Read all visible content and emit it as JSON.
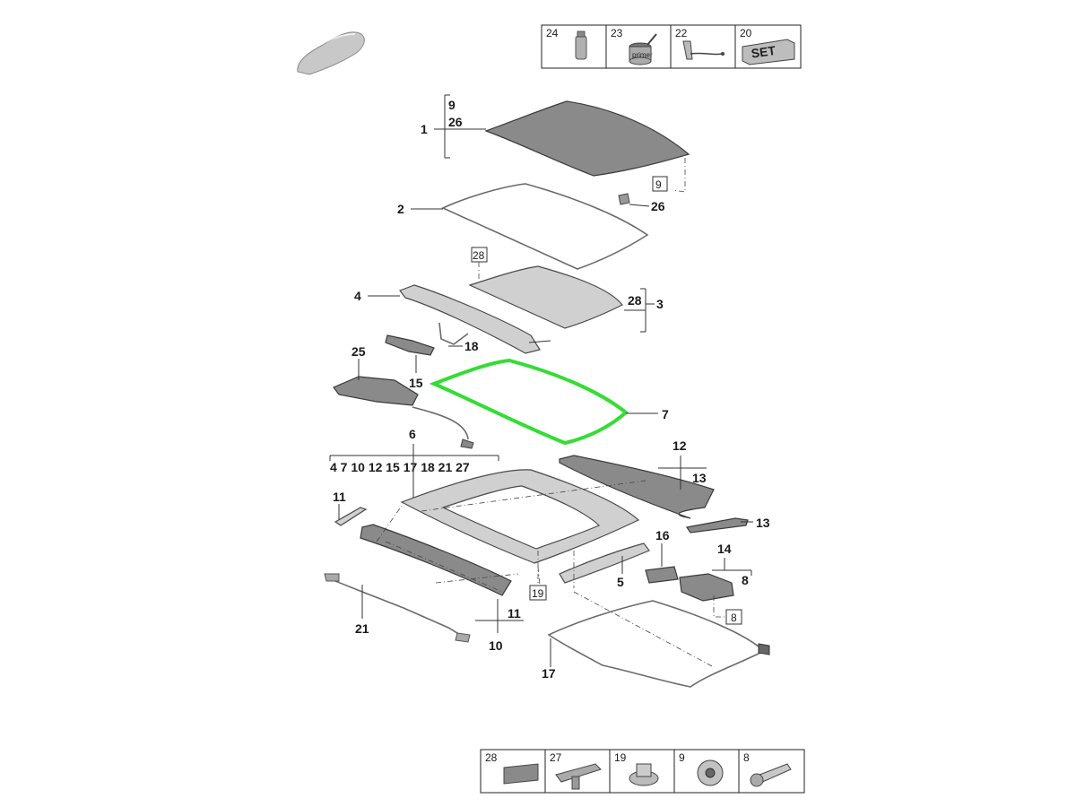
{
  "diagram": {
    "top_legend": [
      {
        "num": "24",
        "icon": "spray-can-icon"
      },
      {
        "num": "23",
        "icon": "primer-can-icon",
        "text": "primer"
      },
      {
        "num": "22",
        "icon": "tool-icon"
      },
      {
        "num": "20",
        "icon": "set-box-icon",
        "text": "SET"
      }
    ],
    "bottom_legend": [
      {
        "num": "28",
        "icon": "pad-icon"
      },
      {
        "num": "27",
        "icon": "clip-icon"
      },
      {
        "num": "19",
        "icon": "nut-icon"
      },
      {
        "num": "9",
        "icon": "grommet-icon"
      },
      {
        "num": "8",
        "icon": "bolt-icon"
      }
    ],
    "callouts": {
      "c1": "1",
      "c1a": "9",
      "c1b": "26",
      "c9box": "9",
      "c26": "26",
      "c2": "2",
      "c28box": "28",
      "c3a": "28",
      "c3": "3",
      "c4": "4",
      "c18": "18",
      "c25": "25",
      "c15": "15",
      "c7": "7",
      "c6": "6",
      "c6list": "4 7 10 12 15 17 18 21 27",
      "c12": "12",
      "c13a": "13",
      "c13": "13",
      "c11": "11",
      "c16": "16",
      "c14": "14",
      "c8": "8",
      "c8box": "8",
      "c5": "5",
      "c19box": "19",
      "c11b": "11",
      "c10": "10",
      "c21": "21",
      "c17": "17"
    },
    "highlight_color": "#33dd33"
  }
}
